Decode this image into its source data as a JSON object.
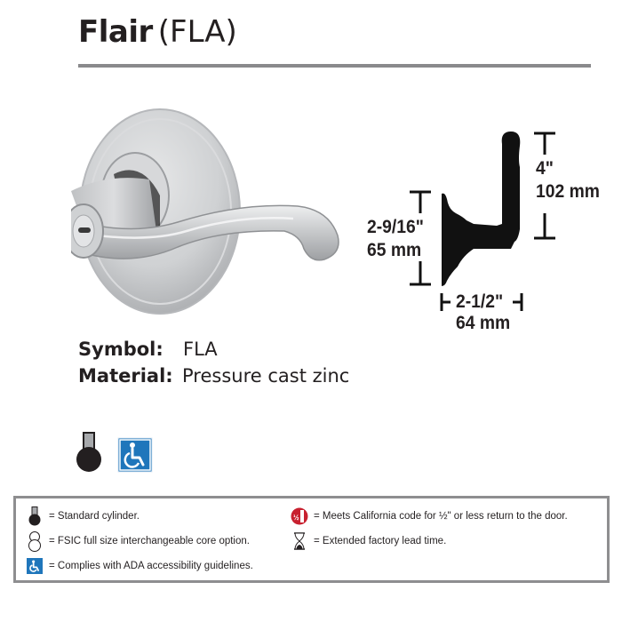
{
  "header": {
    "product_name": "Flair",
    "product_code": "(FLA)"
  },
  "photo": {
    "subject": "lever-handle-with-privacy-thumbturn",
    "finish_color": "#c4c6c8"
  },
  "dimensions": {
    "lever_height_in": "4\"",
    "lever_height_mm": "102 mm",
    "rose_diameter_in": "2-9/16\"",
    "rose_diameter_mm": "65 mm",
    "projection_in": "2-1/2\"",
    "projection_mm": "64 mm"
  },
  "specs": {
    "symbol_label": "Symbol:",
    "symbol_value": "FLA",
    "material_label": "Material:",
    "material_value": "Pressure cast zinc"
  },
  "badges": [
    {
      "icon": "standard-cylinder-icon"
    },
    {
      "icon": "ada-accessible-icon"
    }
  ],
  "legend": {
    "items": [
      {
        "icon": "standard-cylinder-icon",
        "text": "= Standard cylinder."
      },
      {
        "icon": "fsic-core-icon",
        "text": "= FSIC full size interchangeable core option."
      },
      {
        "icon": "ada-accessible-icon",
        "text": "= Complies with ADA accessibility guidelines."
      },
      {
        "icon": "california-code-icon",
        "text": "= Meets California code for ½\" or less return to the door."
      },
      {
        "icon": "hourglass-icon",
        "text": "= Extended factory lead time."
      }
    ]
  },
  "colors": {
    "text": "#231f20",
    "rule": "#8a8a8c",
    "ada_blue": "#1f76bb",
    "california_red": "#c8202f",
    "cylinder_black": "#231f20",
    "cylinder_grey": "#a7a9ac"
  }
}
